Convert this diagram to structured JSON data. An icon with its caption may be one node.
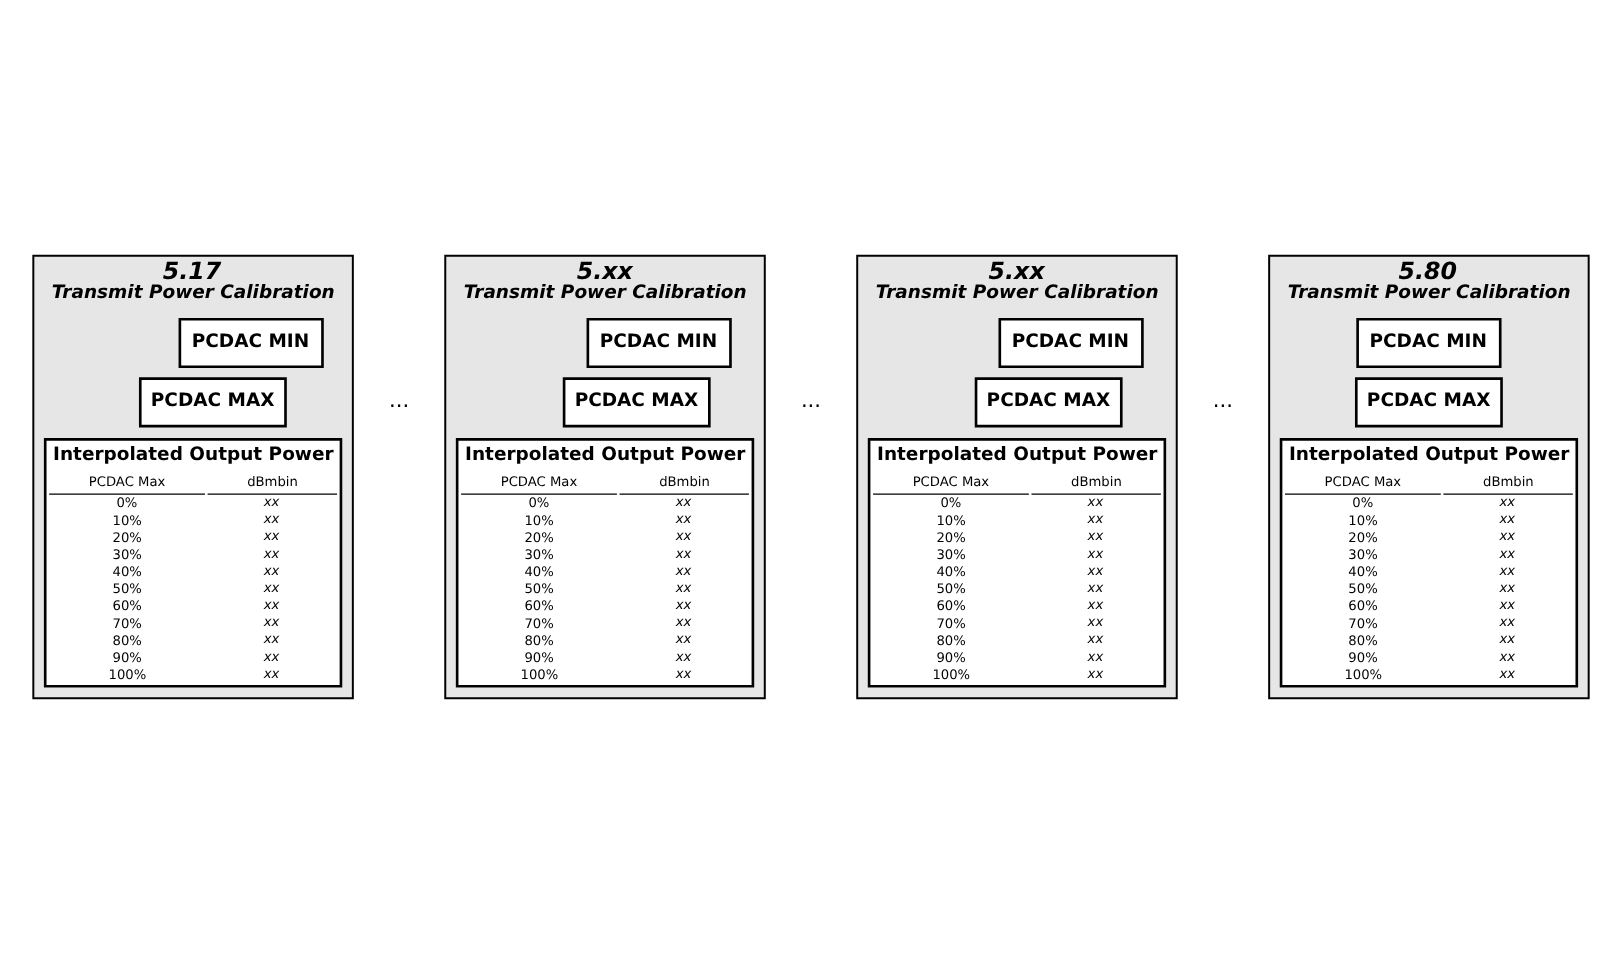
{
  "diagram": {
    "nodes": [
      {
        "text": [
          "5.17",
          "Transmit Power Calibration"
        ]
      },
      {
        "text": [
          "PCDAC MIN"
        ],
        "in": 0
      },
      {
        "text": [
          "PCDAC MAX"
        ],
        "in": 0
      },
      {
        "text": [
          "Interpolated Output Power",
          "PCDAC Max",
          "dBmbin",
          "0%",
          "xx",
          "10%",
          "xx",
          "20%",
          "xx",
          "30%",
          "xx",
          "40%",
          "xx",
          "50%",
          "xx",
          "60%",
          "xx",
          "70%",
          "xx",
          "80%",
          "xx",
          "90%",
          "xx",
          "100%",
          "xx"
        ],
        "in": 0
      },
      {
        "text": [
          "5.xx",
          "Transmit Power Calibration"
        ]
      },
      {
        "text": [
          "PCDAC MIN"
        ],
        "in": 4
      },
      {
        "text": [
          "PCDAC MAX"
        ],
        "in": 4
      },
      {
        "text": [
          "Interpolated Output Power",
          "PCDAC Max",
          "dBmbin",
          "0%",
          "xx",
          "10%",
          "xx",
          "20%",
          "xx",
          "30%",
          "xx",
          "40%",
          "xx",
          "50%",
          "xx",
          "60%",
          "xx",
          "70%",
          "xx",
          "80%",
          "xx",
          "90%",
          "xx",
          "100%",
          "xx"
        ],
        "in": 4
      },
      {
        "text": [
          "5.xx",
          "Transmit Power Calibration"
        ]
      },
      {
        "text": [
          "PCDAC MIN"
        ],
        "in": 8
      },
      {
        "text": [
          "PCDAC MAX"
        ],
        "in": 8
      },
      {
        "text": [
          "Interpolated Output Power",
          "PCDAC Max",
          "dBmbin",
          "0%",
          "xx",
          "10%",
          "xx",
          "20%",
          "xx",
          "30%",
          "xx",
          "40%",
          "xx",
          "50%",
          "xx",
          "60%",
          "xx",
          "70%",
          "xx",
          "80%",
          "xx",
          "90%",
          "xx",
          "100%",
          "xx"
        ],
        "in": 8
      },
      {
        "text": [
          "5.80",
          "Transmit Power Calibration"
        ]
      },
      {
        "text": [
          "PCDAC MIN"
        ],
        "in": 12
      },
      {
        "text": [
          "PCDAC MAX"
        ],
        "in": 12
      },
      {
        "text": [
          "Interpolated Output Power",
          "PCDAC Max",
          "dBmbin",
          "0%",
          "xx",
          "10%",
          "xx",
          "20%",
          "xx",
          "30%",
          "xx",
          "40%",
          "xx",
          "50%",
          "xx",
          "60%",
          "xx",
          "70%",
          "xx",
          "80%",
          "xx",
          "90%",
          "xx",
          "100%",
          "xx"
        ],
        "in": 12
      }
    ],
    "edges": [],
    "labels": [
      "...",
      "...",
      "..."
    ]
  }
}
